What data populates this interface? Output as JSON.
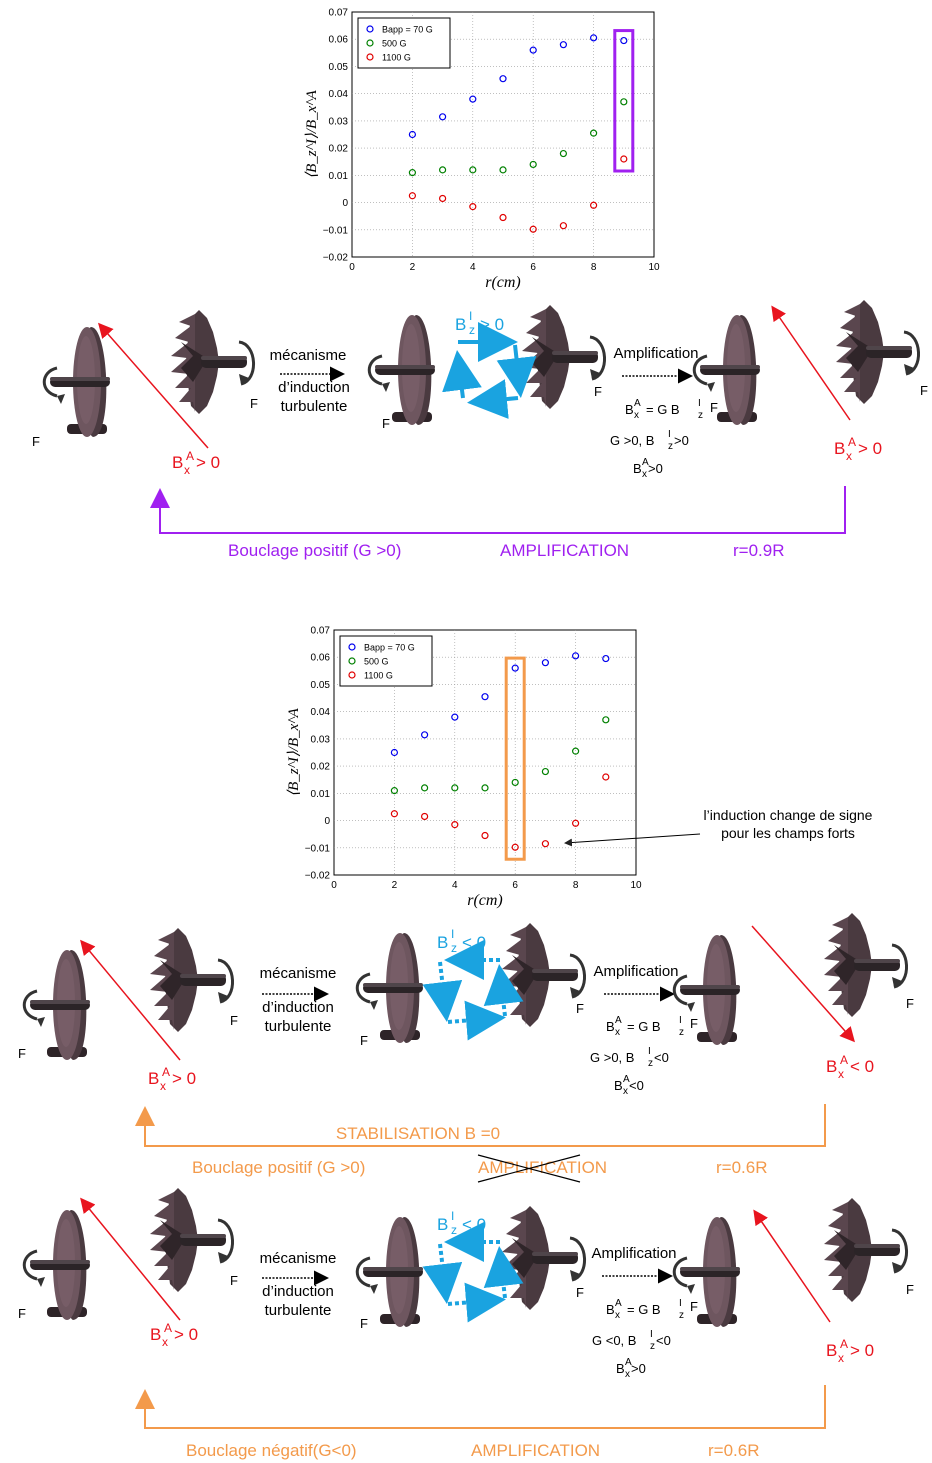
{
  "colors": {
    "blue": "#0000ee",
    "green": "#008000",
    "red": "#e00000",
    "purple": "#a020f0",
    "orange": "#f39a4b",
    "cyan": "#1aa3e0",
    "diagram_red": "#e8141e",
    "disk": "#5a4048"
  },
  "chart_data": [
    {
      "type": "scatter",
      "xlabel": "r(cm)",
      "ylabel": "⟨B_z^I⟩/B_x^A",
      "xlim": [
        0,
        10
      ],
      "ylim": [
        -0.02,
        0.07
      ],
      "xticks": [
        "0",
        "2",
        "4",
        "6",
        "8",
        "10"
      ],
      "yticks": [
        "−0.02",
        "−0.01",
        "0",
        "0.01",
        "0.02",
        "0.03",
        "0.04",
        "0.05",
        "0.06",
        "0.07"
      ],
      "grid": true,
      "legend_position": "top-left",
      "x": [
        2,
        3,
        4,
        5,
        6,
        7,
        8,
        9
      ],
      "series": [
        {
          "name": "Bapp = 70 G",
          "color": "#0000ee",
          "values": [
            0.025,
            0.0315,
            0.038,
            0.0455,
            0.056,
            0.058,
            0.0605,
            0.0595
          ]
        },
        {
          "name": "500 G",
          "color": "#008000",
          "values": [
            0.011,
            0.012,
            0.012,
            0.012,
            0.014,
            0.018,
            0.0255,
            0.037
          ]
        },
        {
          "name": "1100 G",
          "color": "#e00000",
          "values": [
            0.0025,
            0.0015,
            -0.0015,
            -0.0055,
            -0.0098,
            -0.0085,
            -0.001,
            0.016
          ]
        }
      ],
      "highlight": {
        "x": 9,
        "color": "purple"
      }
    },
    {
      "type": "scatter",
      "xlabel": "r(cm)",
      "ylabel": "⟨B_z^I⟩/B_x^A",
      "xlim": [
        0,
        10
      ],
      "ylim": [
        -0.02,
        0.07
      ],
      "xticks": [
        "0",
        "2",
        "4",
        "6",
        "8",
        "10"
      ],
      "yticks": [
        "−0.02",
        "−0.01",
        "0",
        "0.01",
        "0.02",
        "0.03",
        "0.04",
        "0.05",
        "0.06",
        "0.07"
      ],
      "grid": true,
      "legend_position": "top-left",
      "x": [
        2,
        3,
        4,
        5,
        6,
        7,
        8,
        9
      ],
      "series": [
        {
          "name": "Bapp = 70 G",
          "color": "#0000ee",
          "values": [
            0.025,
            0.0315,
            0.038,
            0.0455,
            0.056,
            0.058,
            0.0605,
            0.0595
          ]
        },
        {
          "name": "500 G",
          "color": "#008000",
          "values": [
            0.011,
            0.012,
            0.012,
            0.012,
            0.014,
            0.018,
            0.0255,
            0.037
          ]
        },
        {
          "name": "1100 G",
          "color": "#e00000",
          "values": [
            0.0025,
            0.0015,
            -0.0015,
            -0.0055,
            -0.0098,
            -0.0085,
            -0.001,
            0.016
          ]
        }
      ],
      "highlight": {
        "x": 6,
        "color": "orange"
      },
      "annotation": {
        "line1": "l’induction change de signe",
        "line2": "pour les champs forts",
        "target_x": 7,
        "target_y": -0.008
      }
    }
  ],
  "common": {
    "mecanisme": "mécanisme",
    "dinduction": "d’induction",
    "turbulente": "turbulente",
    "amplification": "Amplification",
    "F": "F",
    "BxA_gt": "> 0",
    "eq_main": "= G  B",
    "BxA_lt": "< 0"
  },
  "row1": {
    "bzi_rel": "> 0",
    "cond": "G >0, B",
    "cond_tail": " >0",
    "result": " >0",
    "bottom_left": "Bouclage positif (G >0)",
    "bottom_mid": "AMPLIFICATION",
    "bottom_right": "r=0.9R"
  },
  "row2": {
    "bzi_rel": "< 0",
    "cond": "G >0, B",
    "cond_tail": " <0",
    "result": " <0",
    "top_label": "STABILISATION B =0",
    "bottom_left": "Bouclage positif (G >0)",
    "bottom_mid": "AMPLIFICATION",
    "bottom_right": "r=0.6R"
  },
  "row3": {
    "bzi_rel": "< 0",
    "cond": "G <0, B",
    "cond_tail": " <0",
    "result": " >0",
    "bottom_left": "Bouclage négatif(G<0)",
    "bottom_mid": "AMPLIFICATION",
    "bottom_right": "r=0.6R"
  }
}
